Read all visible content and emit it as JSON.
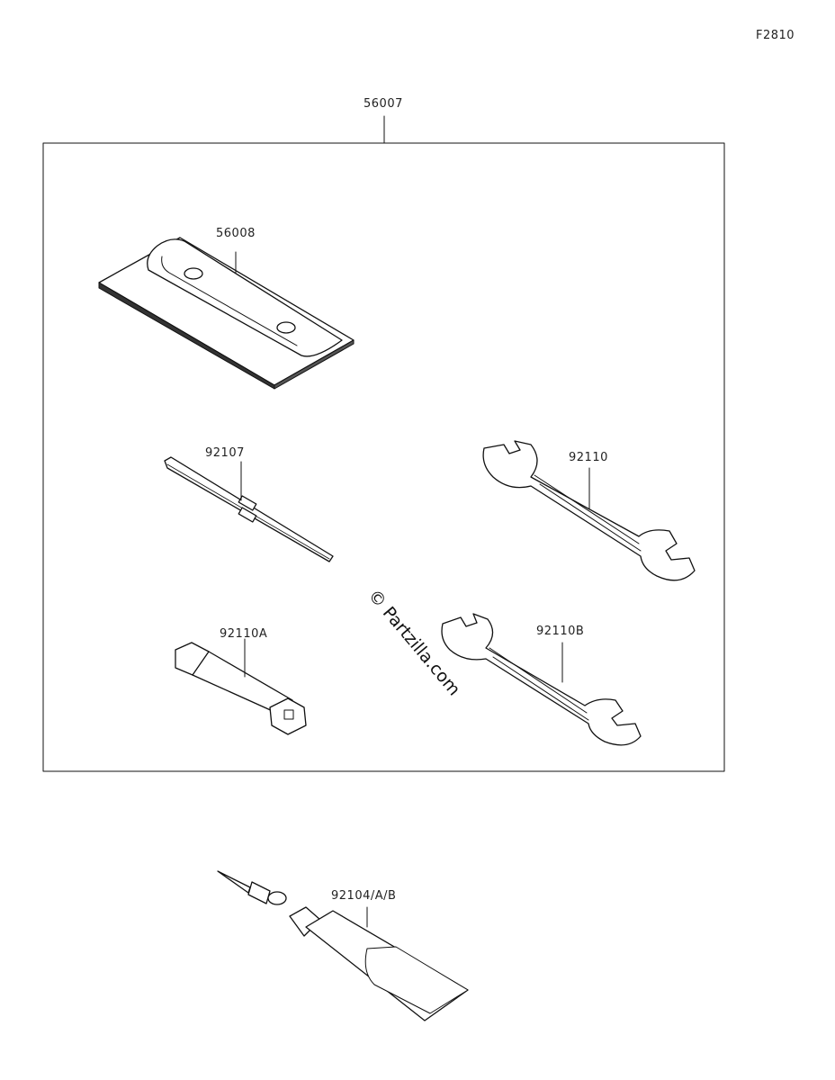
{
  "figure_code": "F2810",
  "watermark": "© Partzilla.com",
  "parts": {
    "kit": "56007",
    "case": "56008",
    "screwdriver": "92107",
    "wrench_a": "92110",
    "wrench_b": "92110B",
    "plug_wrench": "92110A",
    "grease_tube": "92104/A/B"
  }
}
